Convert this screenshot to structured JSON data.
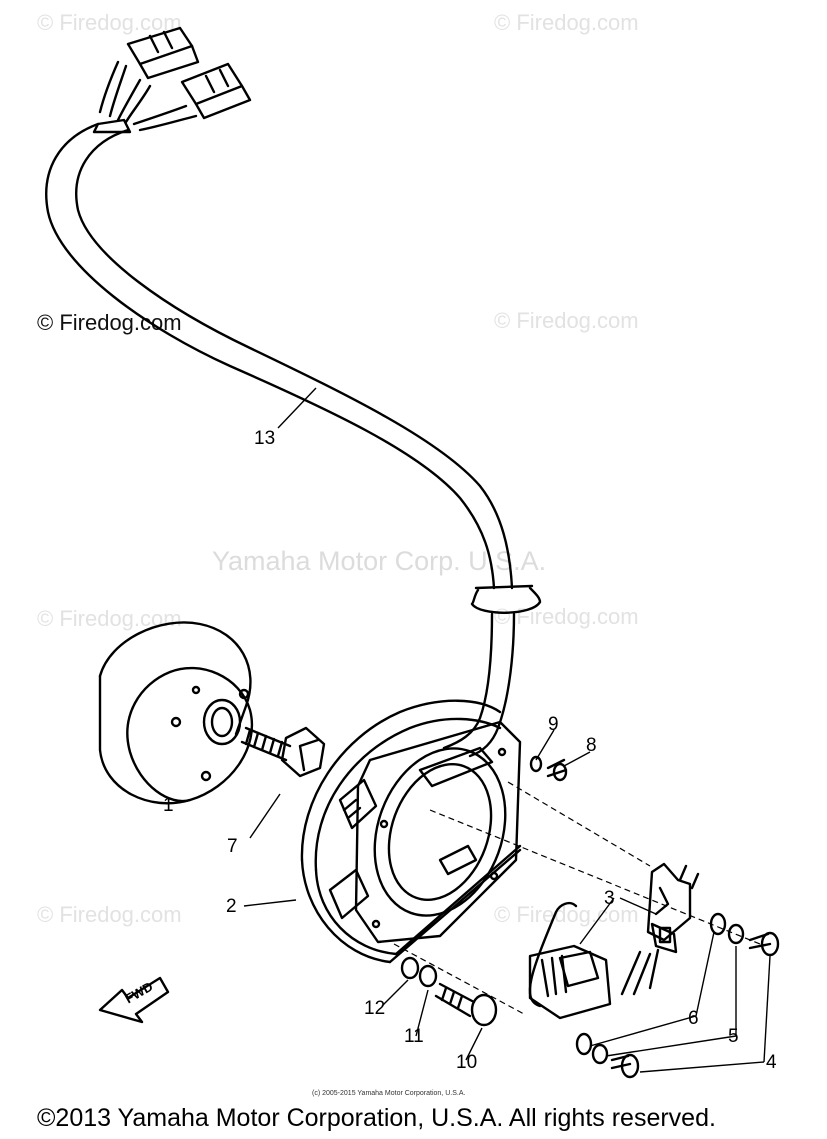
{
  "watermarks": {
    "w1": "© Firedog.com",
    "w2": "© Firedog.com",
    "w3": "© Firedog.com",
    "w4": "© Firedog.com",
    "w5": "© Firedog.com",
    "w6": "© Firedog.com",
    "w7": "© Firedog.com",
    "w8": "© Firedog.com",
    "center": "Yamaha Motor Corp. U.S.A."
  },
  "callouts": {
    "c1": "1",
    "c2": "2",
    "c3": "3",
    "c4": "4",
    "c5": "5",
    "c6": "6",
    "c7": "7",
    "c8": "8",
    "c9": "9",
    "c10": "10",
    "c11": "11",
    "c12": "12",
    "c13": "13"
  },
  "fwd_label": "FWD",
  "small_copyright": "(c) 2005-2015 Yamaha Motor Corporation, U.S.A.",
  "footer": "©2013 Yamaha Motor Corporation, U.S.A. All rights reserved."
}
